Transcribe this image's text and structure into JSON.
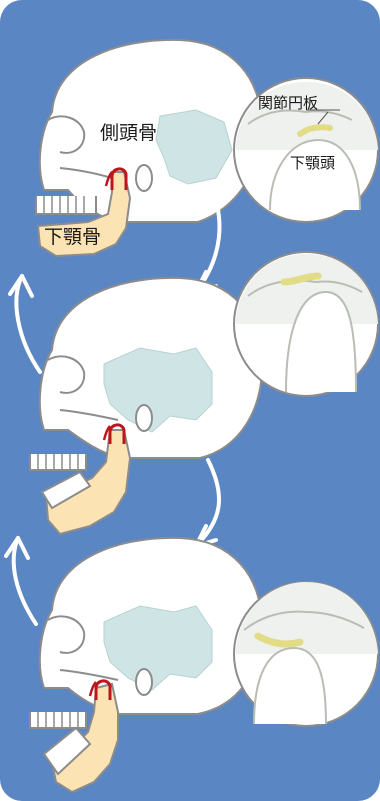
{
  "labels": {
    "temporal_bone": "側頭骨",
    "mandible": "下顎骨",
    "articular_disc": "関節円板",
    "mandibular_head": "下顎頭"
  },
  "colors": {
    "panel_background": "#5b86c4",
    "skull": "#ffffff",
    "temporal_bone_fill": "#cfe4e4",
    "mandible_fill": "#fbe3b4",
    "joint_highlight": "#c0141b",
    "articular_disc": "#e2dc87",
    "arrow": "#ffffff"
  }
}
